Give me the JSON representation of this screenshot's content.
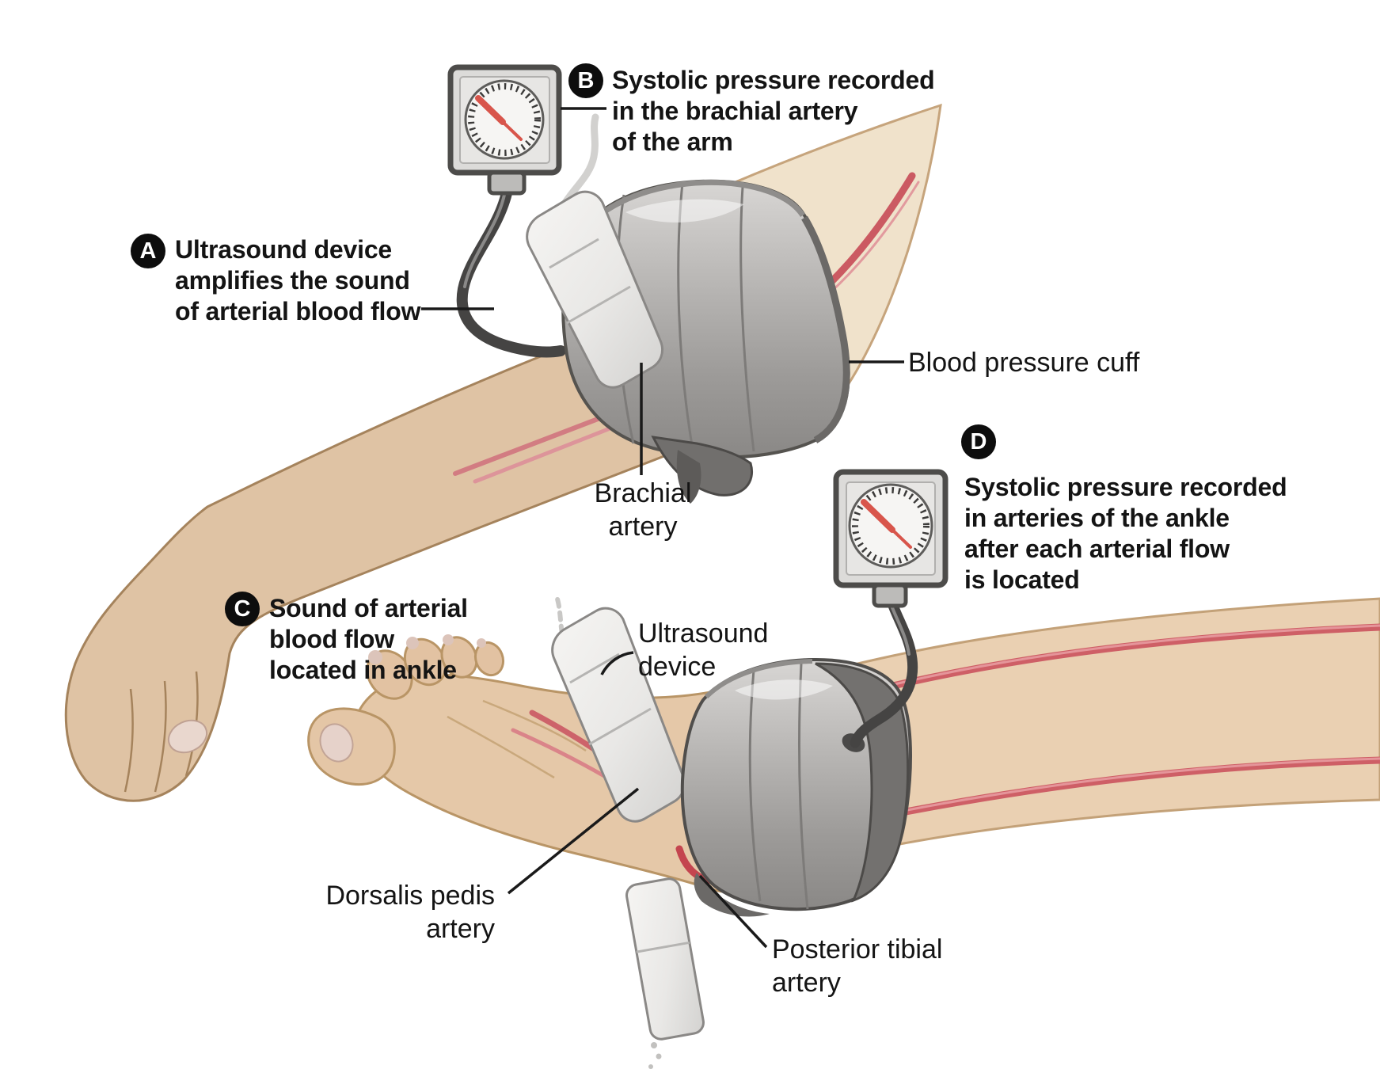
{
  "annotations": {
    "a": {
      "letter": "A",
      "text": "Ultrasound device\namplifies the sound\nof arterial blood flow"
    },
    "b": {
      "letter": "B",
      "text": "Systolic pressure recorded\nin the brachial artery\nof the arm"
    },
    "c": {
      "letter": "C",
      "text": "Sound of arterial\nblood flow\nlocated in ankle"
    },
    "d": {
      "letter": "D",
      "text": "Systolic pressure recorded\nin arteries of the ankle\nafter each arterial flow\nis located"
    }
  },
  "labels": {
    "blood_pressure_cuff": "Blood pressure cuff",
    "brachial_artery": "Brachial\nartery",
    "ultrasound_device": "Ultrasound\ndevice",
    "dorsalis_pedis_artery": "Dorsalis pedis\nartery",
    "posterior_tibial_artery": "Posterior tibial\nartery"
  },
  "colors": {
    "annotation_text": "#141414",
    "badge_background": "#0d0d0d",
    "badge_letter": "#ffffff",
    "leader_line": "#1a1a1a",
    "skin": "#e0c3a3",
    "artery_red": "#cd5a62",
    "cuff_gray": "#a8a6a4",
    "gauge_needle_red": "#d8554b"
  }
}
